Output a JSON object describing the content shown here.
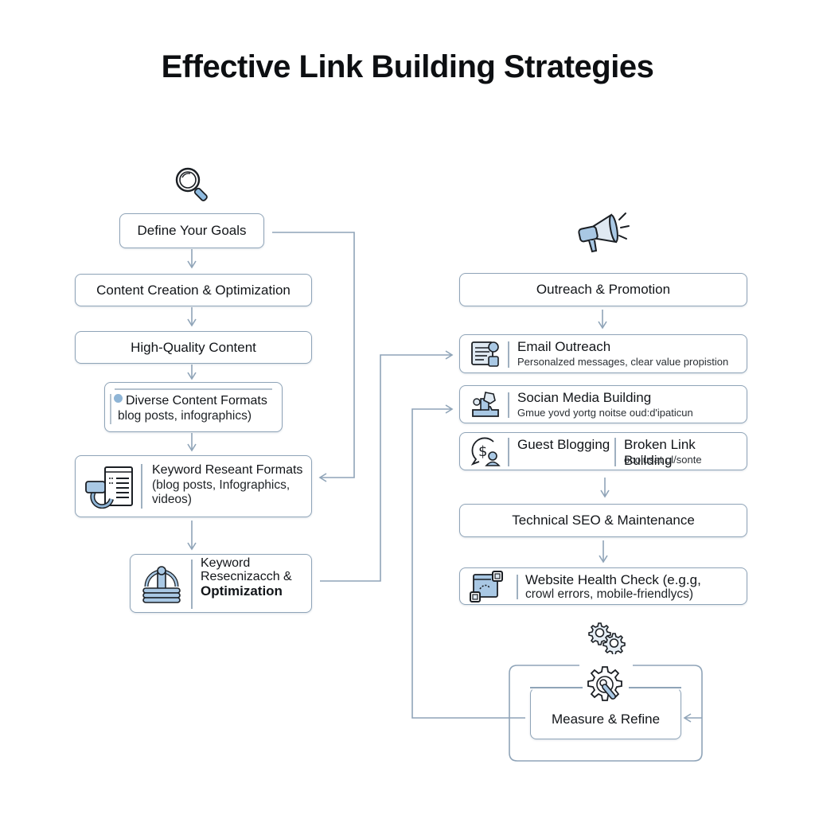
{
  "title": "Effective Link Building Strategies",
  "colors": {
    "connector": "#8fa4b8",
    "box_border": "#8fa4b8",
    "icon_fill": "#a9c8e4",
    "icon_stroke": "#1b1f24",
    "text": "#121519"
  },
  "left_column": {
    "top_icon": "magnifying-glass-icon",
    "define_goals": {
      "label": "Define Your Goals"
    },
    "content_creation": {
      "label": "Content Creation & Optimization"
    },
    "high_quality": {
      "label": "High-Quality Content"
    },
    "diverse_formats": {
      "label": "Diverse Content Formats",
      "detail": "blog posts, infographics)",
      "bullet_icon": "bullet-dot-icon"
    },
    "keyword_formats": {
      "icon": "document-list-icon",
      "label": "Keyword Reseant Formats",
      "detail_line1": "(blog posts, Infographics,",
      "detail_line2": "videos)"
    },
    "keyword_research": {
      "icon": "monument-stack-icon",
      "line1": "Keyword",
      "line2": "Resecnizacch &",
      "line3": "Optimization"
    }
  },
  "right_column": {
    "top_icon": "megaphone-icon",
    "outreach": {
      "label": "Outreach & Promotion"
    },
    "email_outreach": {
      "icon": "email-document-icon",
      "label": "Email Outreach",
      "detail": "Personalzed messages, clear value propistion"
    },
    "social_media": {
      "icon": "social-share-icon",
      "label": "Socian Media Building",
      "detail": "Gmue yovd yortg noitse oud:d'ipaticun"
    },
    "guest_broken": {
      "icon": "dollar-user-icon",
      "guest_label": "Guest Blogging",
      "broken_label": "Broken Link Building",
      "broken_detail": "ocolusat ol/sonte"
    },
    "technical_seo": {
      "label": "Technical SEO & Maintenance"
    },
    "health_check": {
      "icon": "website-link-icon",
      "line1": "Website Health Check (e.g.g,",
      "line2": "crowl errors, mobile-friendlycs)"
    },
    "gears_icon": "gears-icon",
    "measure_refine": {
      "icon": "gear-wrench-icon",
      "label": "Measure & Refine"
    }
  }
}
